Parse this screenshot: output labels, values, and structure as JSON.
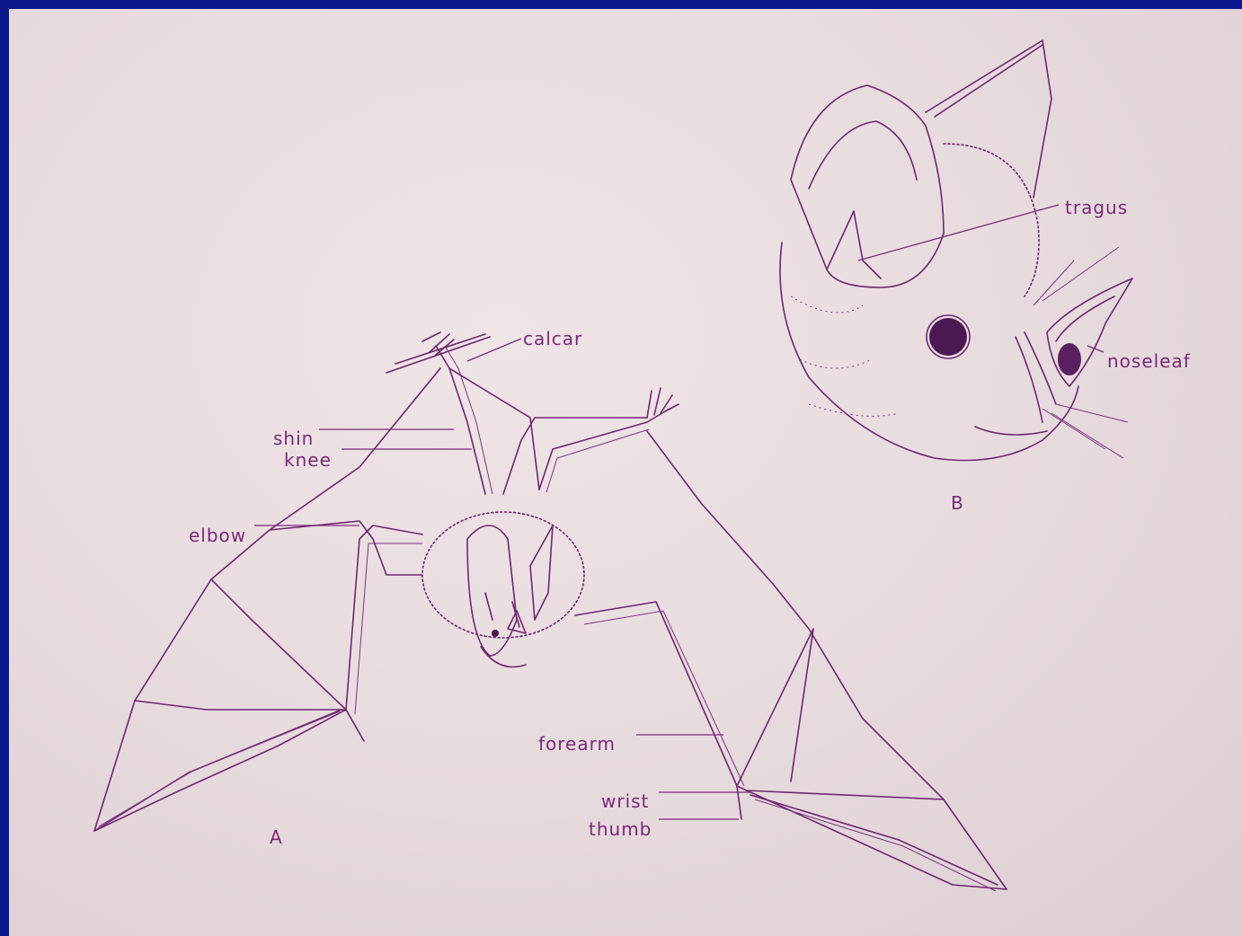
{
  "figure": {
    "panel_a_label": "A",
    "panel_b_label": "B",
    "labels": {
      "calcar": "calcar",
      "shin": "shin",
      "knee": "knee",
      "elbow": "elbow",
      "forearm": "forearm",
      "wrist": "wrist",
      "thumb": "thumb",
      "tragus": "tragus",
      "noseleaf": "noseleaf"
    }
  },
  "colors": {
    "frame": "#0a1a8c",
    "paper": "#ebdfe2",
    "ink": "#6e2770"
  }
}
